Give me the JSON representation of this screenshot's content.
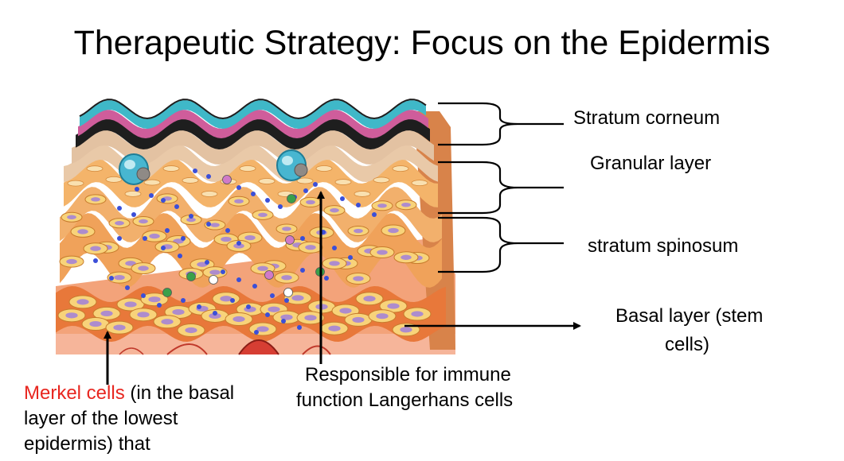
{
  "title": "Therapeutic Strategy: Focus on the Epidermis",
  "labels": {
    "stratum_corneum": "Stratum corneum",
    "granular_layer": "Granular layer",
    "stratum_spinosum": "stratum spinosum",
    "basal_line1": "Basal layer (stem",
    "basal_line2": "cells)",
    "langerhans_line1": "Responsible for immune",
    "langerhans_line2": "function Langerhans cells",
    "merkel_red": "Merkel cells",
    "merkel_rest1": " (in the basal",
    "merkel_line2": "layer of the lowest",
    "merkel_line3": "epidermis) that"
  },
  "colors": {
    "corneum_cyan": "#3fb8c8",
    "corneum_pink": "#cf5d9b",
    "corneum_dark": "#1e1e1e",
    "tan": "#e9c9a8",
    "orange": "#f0a25a",
    "cell_fill": "#f8d37a",
    "nucleus": "#ad8ccd",
    "deep_orange": "#e8783a",
    "merkel_red": "#e8261f"
  },
  "icons": [
    "langerhans-cell-icon",
    "arrow-icon",
    "bracket-icon"
  ]
}
